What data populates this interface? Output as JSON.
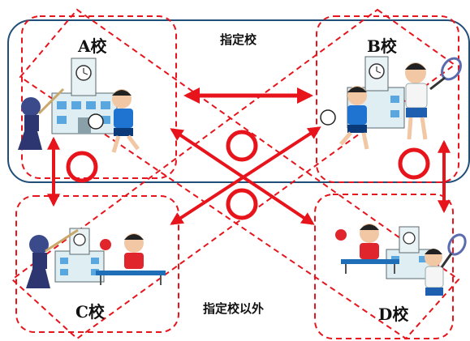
{
  "schools": {
    "a": {
      "label": "A校",
      "activities": [
        "kendo",
        "soccer"
      ]
    },
    "b": {
      "label": "B校",
      "activities": [
        "soccer",
        "tennis"
      ]
    },
    "c": {
      "label": "C校",
      "activities": [
        "kendo",
        "table-tennis"
      ]
    },
    "d": {
      "label": "D校",
      "activities": [
        "table-tennis",
        "tennis"
      ]
    }
  },
  "regions": {
    "designated": {
      "label": "指定校"
    },
    "non_designated": {
      "label": "指定校以外"
    }
  },
  "marks": {
    "allowed": "circle",
    "arrow_color": "#e8141c"
  },
  "colors": {
    "designated_border": "#1f4e79",
    "dashed_red": "#e8141c",
    "circle_red": "#e8141c"
  }
}
